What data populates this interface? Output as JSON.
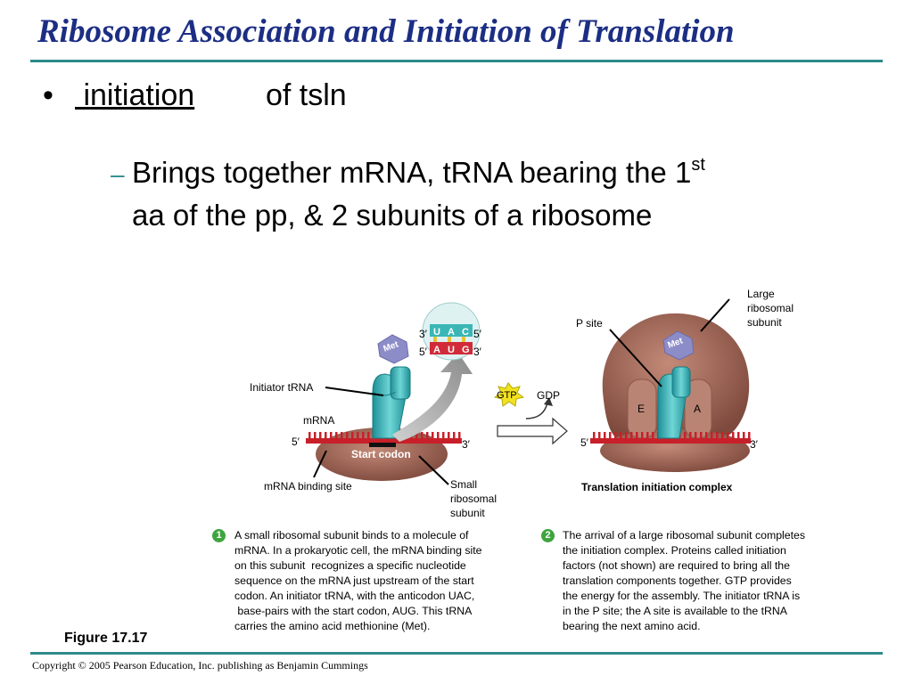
{
  "slide": {
    "title": "Ribosome Association and Initiation of Translation",
    "bullet1_dot": "•",
    "bullet1_underlined": " initiation",
    "bullet1_rest": "of tsln",
    "bullet2_dash": "–",
    "bullet2_line1": "Brings together mRNA, tRNA bearing the 1",
    "bullet2_sup": "st",
    "bullet2_line2": "aa of the pp, & 2 subunits of a ribosome"
  },
  "figure": {
    "labels": {
      "initiator_trna": "Initiator tRNA",
      "mrna": "mRNA",
      "five_prime": "5′",
      "three_prime": "3′",
      "start_codon": "Start codon",
      "mrna_binding_site": "mRNA binding site",
      "small_subunit": "Small\nribosomal\nsubunit",
      "met": "Met",
      "gtp": "GTP",
      "gdp": "GDP",
      "p_site": "P site",
      "large_subunit": "Large\nribosomal\nsubunit",
      "e_site": "E",
      "a_site": "A",
      "complex": "Translation initiation complex"
    },
    "codons": {
      "anticodon": [
        "U",
        "A",
        "C"
      ],
      "codon": [
        "A",
        "U",
        "G"
      ]
    },
    "step1_number": "1",
    "step1_text": "A small ribosomal subunit binds to a molecule of\nmRNA. In a prokaryotic cell, the mRNA binding site\non this subunit  recognizes a specific nucleotide\nsequence on the mRNA just upstream of the start\ncodon. An initiator tRNA, with the anticodon UAC,\n base-pairs with the start codon, AUG. This tRNA\ncarries the amino acid methionine (Met).",
    "step2_number": "2",
    "step2_text": "The arrival of a large ribosomal subunit completes\nthe initiation complex. Proteins called initiation\nfactors (not shown) are required to bring all the\ntranslation components together. GTP provides\nthe energy for the assembly. The initiator tRNA is\nin the P site; the A site is available to the tRNA\nbearing the next amino acid.",
    "caption": "Figure 17.17"
  },
  "footer": {
    "copyright": "Copyright © 2005 Pearson Education, Inc. publishing as Benjamin Cummings"
  },
  "colors": {
    "title": "#1c2e84",
    "rule": "#2e8b8b",
    "ribosome": "#9a6253",
    "trna": "#3bb6b6",
    "mrna": "#c8202a",
    "met": "#8c8cc8",
    "gtp": "#f2e21e",
    "step_number": "#3ea53e"
  }
}
